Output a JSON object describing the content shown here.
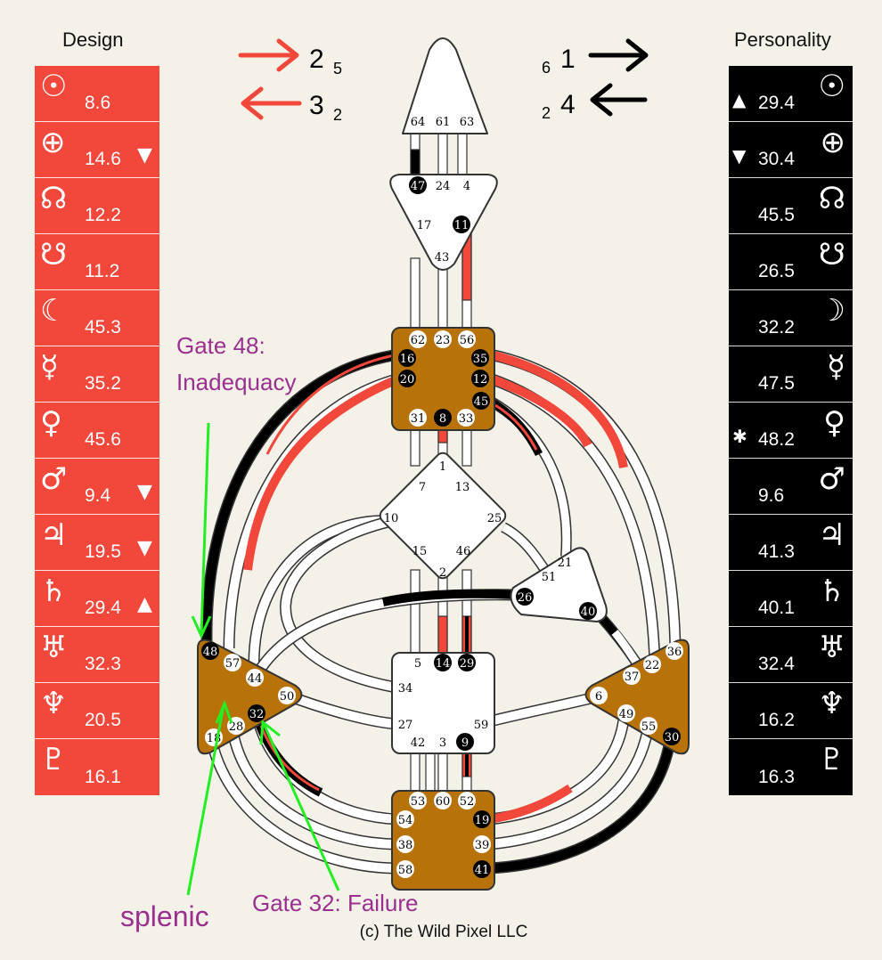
{
  "design": {
    "title": "Design",
    "rows": [
      {
        "icon": "sun-icon",
        "glyph": "☉",
        "value": "8.6",
        "arrow": ""
      },
      {
        "icon": "earth-icon",
        "glyph": "⊕",
        "value": "14.6",
        "arrow": "▼"
      },
      {
        "icon": "north-node-icon",
        "glyph": "☊",
        "value": "12.2",
        "arrow": ""
      },
      {
        "icon": "south-node-icon",
        "glyph": "☋",
        "value": "11.2",
        "arrow": ""
      },
      {
        "icon": "moon-icon",
        "glyph": "☾",
        "value": "45.3",
        "arrow": ""
      },
      {
        "icon": "mercury-icon",
        "glyph": "☿",
        "value": "35.2",
        "arrow": ""
      },
      {
        "icon": "venus-icon",
        "glyph": "♀",
        "value": "45.6",
        "arrow": ""
      },
      {
        "icon": "mars-icon",
        "glyph": "♂",
        "value": "9.4",
        "arrow": "▼"
      },
      {
        "icon": "jupiter-icon",
        "glyph": "♃",
        "value": "19.5",
        "arrow": "▼"
      },
      {
        "icon": "saturn-icon",
        "glyph": "♄",
        "value": "29.4",
        "arrow": "▲"
      },
      {
        "icon": "uranus-icon",
        "glyph": "♅",
        "value": "32.3",
        "arrow": ""
      },
      {
        "icon": "neptune-icon",
        "glyph": "♆",
        "value": "20.5",
        "arrow": ""
      },
      {
        "icon": "pluto-icon",
        "glyph": "♇",
        "value": "16.1",
        "arrow": ""
      }
    ]
  },
  "personality": {
    "title": "Personality",
    "rows": [
      {
        "icon": "sun-icon",
        "glyph": "☉",
        "value": "29.4",
        "arrow": "▲"
      },
      {
        "icon": "earth-icon",
        "glyph": "⊕",
        "value": "30.4",
        "arrow": "▼"
      },
      {
        "icon": "north-node-icon",
        "glyph": "☊",
        "value": "45.5",
        "arrow": ""
      },
      {
        "icon": "south-node-icon",
        "glyph": "☋",
        "value": "26.5",
        "arrow": ""
      },
      {
        "icon": "moon-icon",
        "glyph": "☽",
        "value": "32.2",
        "arrow": ""
      },
      {
        "icon": "mercury-icon",
        "glyph": "☿",
        "value": "47.5",
        "arrow": ""
      },
      {
        "icon": "venus-icon",
        "glyph": "♀",
        "value": "48.2",
        "arrow": "✱"
      },
      {
        "icon": "mars-icon",
        "glyph": "♂",
        "value": "9.6",
        "arrow": ""
      },
      {
        "icon": "jupiter-icon",
        "glyph": "♃",
        "value": "41.3",
        "arrow": ""
      },
      {
        "icon": "saturn-icon",
        "glyph": "♄",
        "value": "40.1",
        "arrow": ""
      },
      {
        "icon": "uranus-icon",
        "glyph": "♅",
        "value": "32.4",
        "arrow": ""
      },
      {
        "icon": "neptune-icon",
        "glyph": "♆",
        "value": "16.2",
        "arrow": ""
      },
      {
        "icon": "pluto-icon",
        "glyph": "♇",
        "value": "16.3",
        "arrow": ""
      }
    ]
  },
  "variables": {
    "design_top": {
      "main": "2",
      "sub": "5"
    },
    "design_bottom": {
      "main": "3",
      "sub": "2"
    },
    "personality_top": {
      "main": "1",
      "sub": "6"
    },
    "personality_bottom": {
      "main": "4",
      "sub": "2"
    }
  },
  "centers": {
    "head": [
      "64",
      "61",
      "63"
    ],
    "ajna": [
      "47",
      "24",
      "4",
      "17",
      "11",
      "43"
    ],
    "throat": [
      "62",
      "23",
      "56",
      "16",
      "35",
      "20",
      "12",
      "45",
      "31",
      "8",
      "33"
    ],
    "g": [
      "1",
      "7",
      "13",
      "10",
      "25",
      "15",
      "46",
      "2"
    ],
    "ego": [
      "21",
      "51",
      "26",
      "40"
    ],
    "sacral": [
      "5",
      "14",
      "29",
      "34",
      "27",
      "59",
      "42",
      "3",
      "9"
    ],
    "spleen": [
      "48",
      "57",
      "44",
      "50",
      "32",
      "28",
      "18"
    ],
    "solar_plexus": [
      "36",
      "22",
      "37",
      "6",
      "49",
      "55",
      "30"
    ],
    "root": [
      "53",
      "60",
      "52",
      "54",
      "19",
      "38",
      "39",
      "58",
      "41"
    ]
  },
  "defined_gates": [
    "47",
    "11",
    "16",
    "35",
    "20",
    "12",
    "45",
    "8",
    "26",
    "40",
    "14",
    "29",
    "9",
    "48",
    "32",
    "30",
    "19",
    "41"
  ],
  "annotations": {
    "gate48": [
      "Gate 48:",
      "Inadequacy"
    ],
    "gate32": "Gate 32: Failure",
    "splenic": "splenic",
    "copyright": "(c) The Wild Pixel LLC"
  },
  "colors": {
    "design": "#f2473b",
    "personality": "#000000",
    "center_defined": "#b8720a",
    "arrow_green": "#22ee22",
    "annotation": "#9b2f8f"
  }
}
